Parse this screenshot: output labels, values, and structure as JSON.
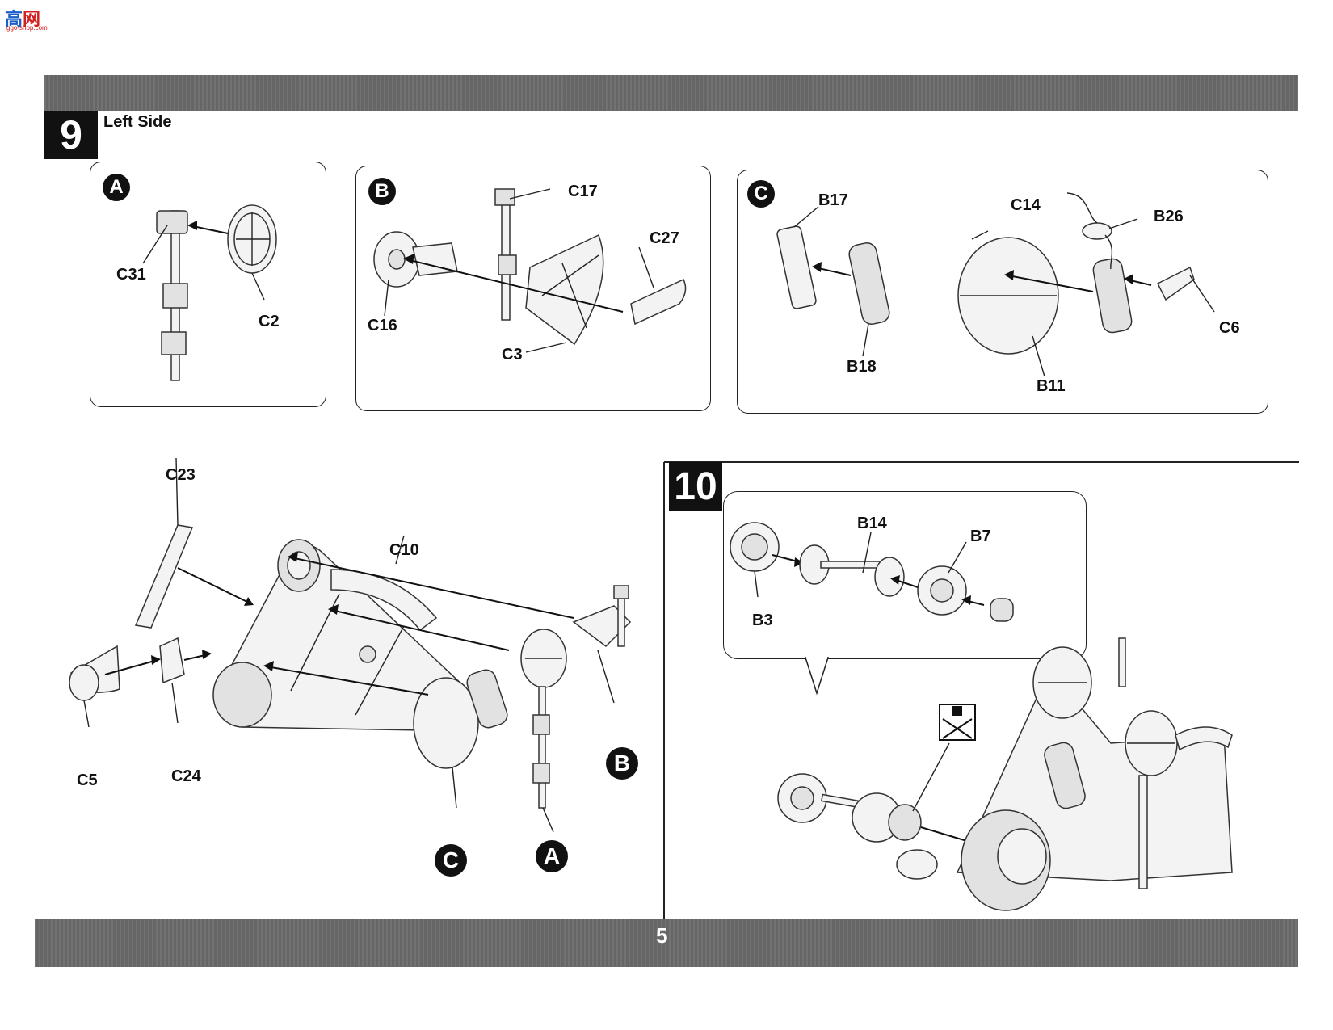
{
  "logo": {
    "line1": "高",
    "line2": "网",
    "url": "ggo-shop.com"
  },
  "step9": {
    "number": "9",
    "heading": "Left Side",
    "panel_a": {
      "callout": "A",
      "labels": [
        "C31",
        "C2"
      ]
    },
    "panel_b": {
      "callout": "B",
      "labels": [
        "C17",
        "C27",
        "C16",
        "C3"
      ]
    },
    "panel_c": {
      "callout": "C",
      "labels": [
        "B17",
        "C14",
        "B26",
        "C6",
        "B18",
        "B11"
      ]
    },
    "main": {
      "labels": [
        "C23",
        "C10",
        "C5",
        "C24"
      ],
      "callouts": [
        "B",
        "C",
        "A"
      ]
    }
  },
  "step10": {
    "number": "10",
    "inset_labels": [
      "B14",
      "B7",
      "B3"
    ]
  },
  "page_number": "5"
}
